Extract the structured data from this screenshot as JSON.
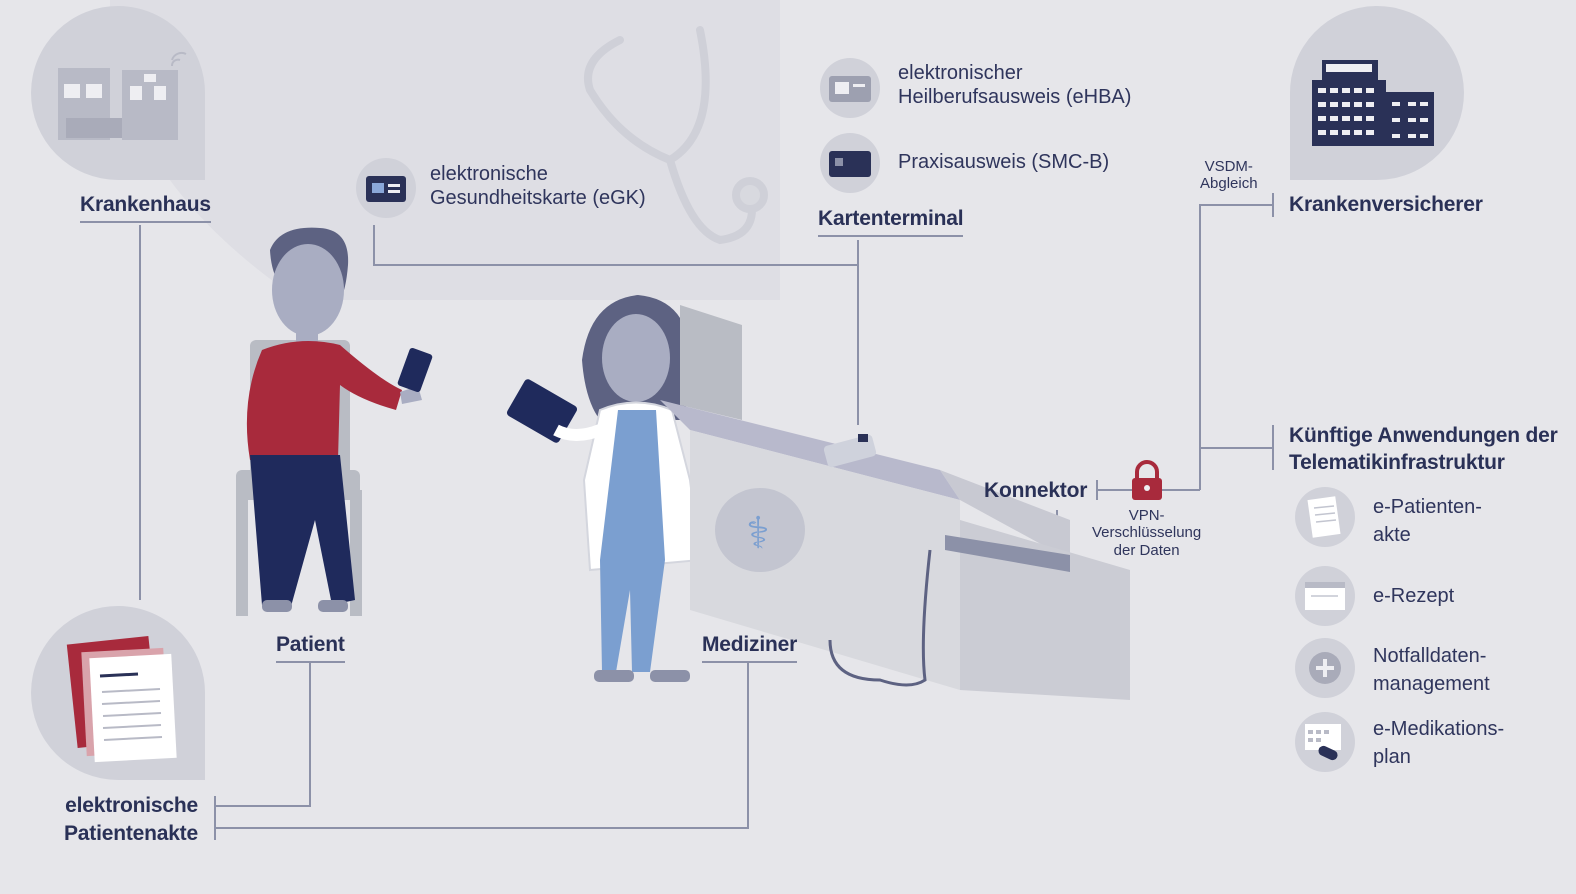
{
  "labels": {
    "krankenhaus": "Krankenhaus",
    "egk": [
      "elektronische",
      "Gesundheitskarte (eGK)"
    ],
    "ehba": [
      "elektronischer",
      "Heilberufsausweis (eHBA)"
    ],
    "smcb": "Praxisausweis (SMC-B)",
    "kartenterminal": "Kartenterminal",
    "vsdm": [
      "VSDM-",
      "Abgleich"
    ],
    "krankenversicherer": "Krankenversicherer",
    "patient": "Patient",
    "mediziner": "Mediziner",
    "konnektor": "Konnektor",
    "vpn": [
      "VPN-",
      "Verschlüsselung",
      "der Daten"
    ],
    "kuenftige": [
      "Künftige Anwendungen der",
      "Telematikinfrastruktur"
    ],
    "epa": [
      "elektronische",
      "Patientenakte"
    ]
  },
  "apps": [
    {
      "name": "e-patientenakte",
      "icon": "document-icon",
      "lines": [
        "e-Patienten-",
        "akte"
      ]
    },
    {
      "name": "e-rezept",
      "icon": "prescription-icon",
      "lines": [
        "e-Rezept"
      ]
    },
    {
      "name": "notfalldatenmanagement",
      "icon": "plus-icon",
      "lines": [
        "Notfalldaten-",
        "management"
      ]
    },
    {
      "name": "e-medikationsplan",
      "icon": "pill-icon",
      "lines": [
        "e-Medikations-",
        "plan"
      ]
    }
  ],
  "colors": {
    "navy": "#2a3157",
    "connector_line": "#8c91a8",
    "circle_bg": "#d0d1d9",
    "patient_shirt": "#a82a3c",
    "doctor_scrubs": "#7b9fd0",
    "lock": "#a82a3c"
  }
}
